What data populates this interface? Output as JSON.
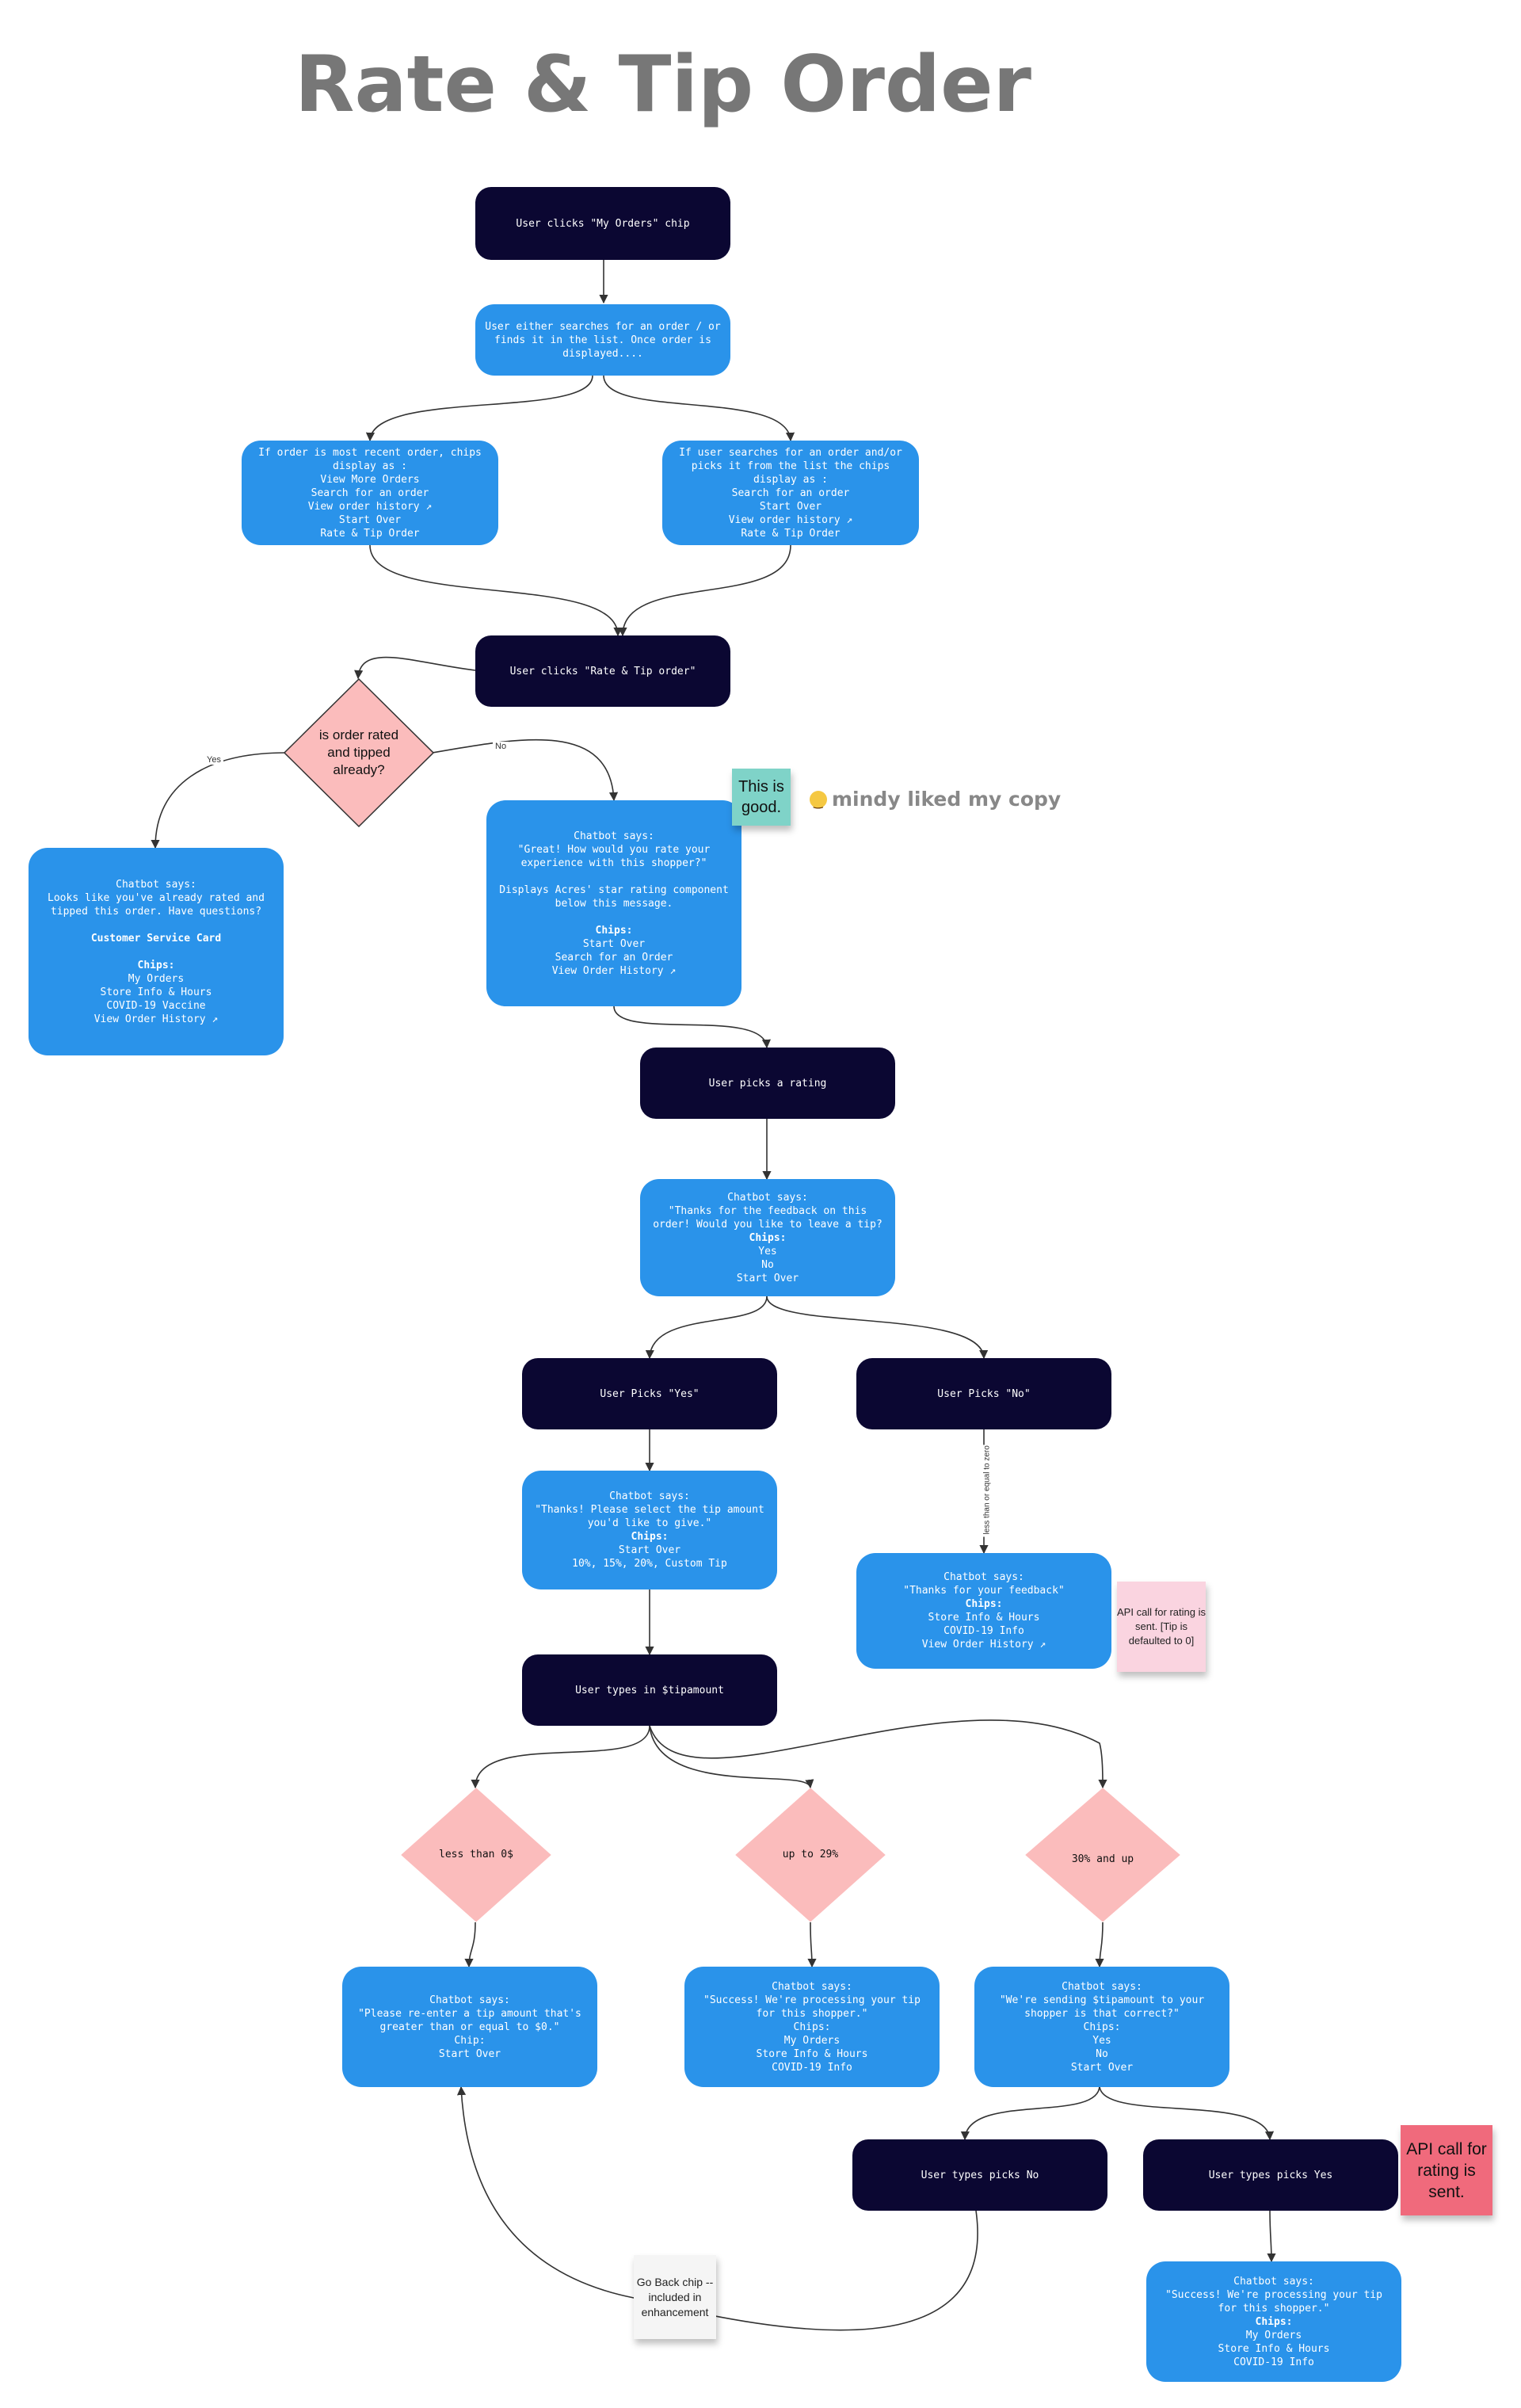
{
  "title": "Rate & Tip Order",
  "colors": {
    "action": "#0b0732",
    "message": "#2a93ea",
    "decision": "#fbbcbc",
    "sticky_teal": "#7fd3c8",
    "sticky_pink": "#fad4e0",
    "sticky_red": "#f06a7c",
    "sticky_white": "#f5f5f5"
  },
  "nodes": {
    "n1": "User clicks \"My Orders\" chip",
    "n2": "User either searches for an order / or finds it in the list. Once order is displayed....",
    "n3": "If order is most recent order, chips display as :\nView More Orders\nSearch for an order\nView order history ↗\nStart Over\nRate & Tip Order",
    "n4": "If user searches for an order and/or picks it from the list the chips display as :\nSearch for an order\nStart Over\nView order history ↗\nRate & Tip Order",
    "n5": "User clicks \"Rate & Tip order\"",
    "d1": "is order rated and tipped already?",
    "n6": {
      "lead": "Chatbot says:\nLooks like you've already rated and tipped this order. Have questions?",
      "card": "Customer Service Card",
      "chips_label": "Chips:",
      "chips": "My Orders\nStore Info & Hours\nCOVID-19 Vaccine\nView Order History ↗"
    },
    "n7": {
      "lead": "Chatbot says:\n\"Great! How would you rate your experience with this shopper?\"\n\nDisplays Acres' star rating component below this message.",
      "chips_label": "Chips:",
      "chips": "Start Over\nSearch for an Order\nView Order History ↗"
    },
    "n8": "User picks a rating",
    "n9": {
      "lead": "Chatbot says:\n\"Thanks for the feedback on this order! Would you like to leave a tip?",
      "chips_label": "Chips:",
      "chips": "Yes\nNo\nStart Over"
    },
    "n10": "User Picks \"Yes\"",
    "n11": "User Picks \"No\"",
    "n12": {
      "lead": "Chatbot says:\n\"Thanks! Please select the tip amount you'd like to give.\"",
      "chips_label": "Chips:",
      "chips": "Start Over\n10%, 15%, 20%, Custom Tip"
    },
    "n13": {
      "lead": "Chatbot says:\n\"Thanks for your feedback\"",
      "chips_label": "Chips:",
      "chips": "Store Info & Hours\nCOVID-19 Info\nView Order History ↗"
    },
    "n14": "User types in $tipamount",
    "d2": "less than 0$",
    "d3": "up to 29%",
    "d4": "30% and up",
    "n15": "Chatbot says:\n\"Please re-enter a tip amount that's greater than or equal to $0.\"\nChip:\nStart Over",
    "n16": "Chatbot says:\n\"Success! We're processing your tip for this shopper.\"\nChips:\nMy Orders\nStore Info & Hours\nCOVID-19 Info",
    "n17": "Chatbot says:\n\"We're sending $tipamount to your shopper is that correct?\"\nChips:\nYes\nNo\nStart Over",
    "n18": "User types picks No",
    "n19": "User types picks Yes",
    "n20": {
      "lead": "Chatbot says:\n\"Success! We're processing your tip for this shopper.\"",
      "chips_label": "Chips:",
      "chips": "My Orders\nStore Info & Hours\nCOVID-19 Info"
    }
  },
  "edge_labels": {
    "yes": "Yes",
    "no": "No",
    "zero": "less than or equal to zero"
  },
  "stickies": {
    "good": "This is good.",
    "api1": "API call for rating is sent. [Tip is defaulted to 0]",
    "api2": "API call for rating is sent.",
    "goback": "Go Back chip -- included in enhancement"
  },
  "reaction": "mindy liked my copy"
}
